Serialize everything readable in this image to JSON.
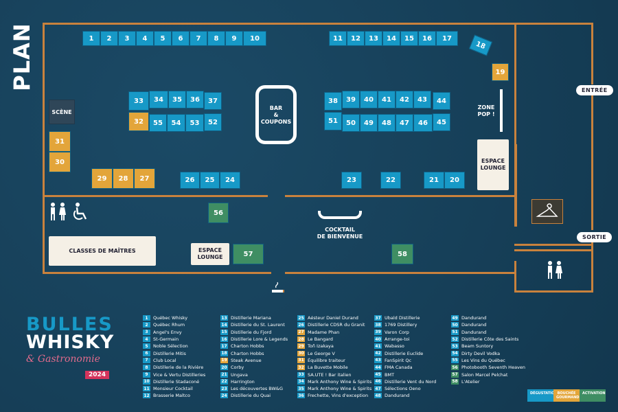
{
  "title": "PLAN",
  "labels": {
    "scene": "SCÈNE",
    "bar": "BAR\n&\nCOUPONS",
    "zone_pop": "ZONE\nPOP !",
    "espace_lounge_right": "ESPACE\nLOUNGE",
    "espace_lounge_bottom": "ESPACE\nLOUNGE",
    "classes": "CLASSES DE MAÎTRES",
    "cocktail": "COCKTAIL\nDE BIENVENUE",
    "entree": "ENTRÉE",
    "sortie": "SORTIE"
  },
  "booths": [
    {
      "n": "1",
      "c": "b"
    },
    {
      "n": "2",
      "c": "b"
    },
    {
      "n": "3",
      "c": "b"
    },
    {
      "n": "4",
      "c": "b"
    },
    {
      "n": "5",
      "c": "b"
    },
    {
      "n": "6",
      "c": "b"
    },
    {
      "n": "7",
      "c": "b"
    },
    {
      "n": "8",
      "c": "b"
    },
    {
      "n": "9",
      "c": "b"
    },
    {
      "n": "10",
      "c": "b"
    },
    {
      "n": "11",
      "c": "b"
    },
    {
      "n": "12",
      "c": "b"
    },
    {
      "n": "13",
      "c": "b"
    },
    {
      "n": "14",
      "c": "b"
    },
    {
      "n": "15",
      "c": "b"
    },
    {
      "n": "16",
      "c": "b"
    },
    {
      "n": "17",
      "c": "b"
    },
    {
      "n": "18",
      "c": "b"
    },
    {
      "n": "19",
      "c": "o"
    },
    {
      "n": "20",
      "c": "b"
    },
    {
      "n": "21",
      "c": "b"
    },
    {
      "n": "22",
      "c": "b"
    },
    {
      "n": "23",
      "c": "b"
    },
    {
      "n": "24",
      "c": "b"
    },
    {
      "n": "25",
      "c": "b"
    },
    {
      "n": "26",
      "c": "b"
    },
    {
      "n": "27",
      "c": "o"
    },
    {
      "n": "28",
      "c": "o"
    },
    {
      "n": "29",
      "c": "o"
    },
    {
      "n": "30",
      "c": "o"
    },
    {
      "n": "31",
      "c": "o"
    },
    {
      "n": "32",
      "c": "o"
    },
    {
      "n": "33",
      "c": "b"
    },
    {
      "n": "34",
      "c": "b"
    },
    {
      "n": "35",
      "c": "b"
    },
    {
      "n": "36",
      "c": "b"
    },
    {
      "n": "37",
      "c": "b"
    },
    {
      "n": "38",
      "c": "b"
    },
    {
      "n": "39",
      "c": "b"
    },
    {
      "n": "40",
      "c": "b"
    },
    {
      "n": "41",
      "c": "b"
    },
    {
      "n": "42",
      "c": "b"
    },
    {
      "n": "43",
      "c": "b"
    },
    {
      "n": "44",
      "c": "b"
    },
    {
      "n": "45",
      "c": "b"
    },
    {
      "n": "46",
      "c": "b"
    },
    {
      "n": "47",
      "c": "b"
    },
    {
      "n": "48",
      "c": "b"
    },
    {
      "n": "49",
      "c": "b"
    },
    {
      "n": "50",
      "c": "b"
    },
    {
      "n": "51",
      "c": "b"
    },
    {
      "n": "52",
      "c": "b"
    },
    {
      "n": "53",
      "c": "b"
    },
    {
      "n": "54",
      "c": "b"
    },
    {
      "n": "55",
      "c": "b"
    },
    {
      "n": "56",
      "c": "g"
    },
    {
      "n": "57",
      "c": "g"
    },
    {
      "n": "58",
      "c": "g"
    }
  ],
  "legend": [
    {
      "n": "1",
      "name": "Québec Whisky",
      "c": "b"
    },
    {
      "n": "2",
      "name": "Québec Rhum",
      "c": "b"
    },
    {
      "n": "3",
      "name": "Angel's Envy",
      "c": "b"
    },
    {
      "n": "4",
      "name": "St-Germain",
      "c": "b"
    },
    {
      "n": "5",
      "name": "Noble Sélection",
      "c": "b"
    },
    {
      "n": "6",
      "name": "Distillerie Mitis",
      "c": "b"
    },
    {
      "n": "7",
      "name": "Club Local",
      "c": "b"
    },
    {
      "n": "8",
      "name": "Distillerie de la Rivière",
      "c": "b"
    },
    {
      "n": "9",
      "name": "Vice & Vertu Distilleries",
      "c": "b"
    },
    {
      "n": "10",
      "name": "Distillerie Stadaconé",
      "c": "b"
    },
    {
      "n": "11",
      "name": "Monsieur Cocktail",
      "c": "b"
    },
    {
      "n": "12",
      "name": "Brasserie Maltco",
      "c": "b"
    },
    {
      "n": "13",
      "name": "Distillerie Mariana",
      "c": "b"
    },
    {
      "n": "14",
      "name": "Distillerie du St. Laurent",
      "c": "b"
    },
    {
      "n": "15",
      "name": "Distillerie du Fjord",
      "c": "b"
    },
    {
      "n": "16",
      "name": "Distillerie Lore & Legends",
      "c": "b"
    },
    {
      "n": "17",
      "name": "Charton Hobbs",
      "c": "b"
    },
    {
      "n": "18",
      "name": "Charton Hobbs",
      "c": "b"
    },
    {
      "n": "19",
      "name": "Steak Avenue",
      "c": "o"
    },
    {
      "n": "20",
      "name": "Corby",
      "c": "b"
    },
    {
      "n": "21",
      "name": "Ungava",
      "c": "b"
    },
    {
      "n": "22",
      "name": "Harrington",
      "c": "b"
    },
    {
      "n": "23",
      "name": "Les découvertes BW&G",
      "c": "b"
    },
    {
      "n": "24",
      "name": "Distillerie du Quai",
      "c": "b"
    },
    {
      "n": "25",
      "name": "Aésteur Daniel Durand",
      "c": "b"
    },
    {
      "n": "26",
      "name": "Distillerie CDSR du Granit",
      "c": "b"
    },
    {
      "n": "27",
      "name": "Madame Phan",
      "c": "o"
    },
    {
      "n": "28",
      "name": "Le Bangard",
      "c": "o"
    },
    {
      "n": "29",
      "name": "Toñ Izakaya",
      "c": "o"
    },
    {
      "n": "30",
      "name": "Le George V",
      "c": "o"
    },
    {
      "n": "31",
      "name": "Équilibre traiteur",
      "c": "o"
    },
    {
      "n": "32",
      "name": "La Buvette Mobile",
      "c": "o"
    },
    {
      "n": "33",
      "name": "SA.UTE ! Bar italien",
      "c": "b"
    },
    {
      "n": "34",
      "name": "Mark Anthony Wine & Spirits",
      "c": "b"
    },
    {
      "n": "35",
      "name": "Mark Anthony Wine & Spirits",
      "c": "b"
    },
    {
      "n": "36",
      "name": "Frechette, Vins d'exception",
      "c": "b"
    },
    {
      "n": "37",
      "name": "Ubald Distillerie",
      "c": "b"
    },
    {
      "n": "38",
      "name": "1769 Distillery",
      "c": "b"
    },
    {
      "n": "39",
      "name": "Varon Corp",
      "c": "b"
    },
    {
      "n": "40",
      "name": "Arrange-toi",
      "c": "b"
    },
    {
      "n": "41",
      "name": "Wabasso",
      "c": "b"
    },
    {
      "n": "42",
      "name": "Distillerie Euclide",
      "c": "b"
    },
    {
      "n": "43",
      "name": "FanSpirit Qc",
      "c": "b"
    },
    {
      "n": "44",
      "name": "FMA Canada",
      "c": "b"
    },
    {
      "n": "45",
      "name": "BMT",
      "c": "b"
    },
    {
      "n": "46",
      "name": "Distillerie Vent du Nord",
      "c": "b"
    },
    {
      "n": "47",
      "name": "Sélections Oeno",
      "c": "b"
    },
    {
      "n": "48",
      "name": "Dandurand",
      "c": "b"
    },
    {
      "n": "49",
      "name": "Dandurand",
      "c": "b"
    },
    {
      "n": "50",
      "name": "Dandurand",
      "c": "b"
    },
    {
      "n": "51",
      "name": "Dandurand",
      "c": "b"
    },
    {
      "n": "52",
      "name": "Distillerie Côte des Saints",
      "c": "b"
    },
    {
      "n": "53",
      "name": "Beam Suntory",
      "c": "b"
    },
    {
      "n": "54",
      "name": "Dirty Devil Vodka",
      "c": "b"
    },
    {
      "n": "55",
      "name": "Les Vins du Québec",
      "c": "b"
    },
    {
      "n": "56",
      "name": "Photobooth Seventh Heaven",
      "c": "g"
    },
    {
      "n": "57",
      "name": "Salon Marcel Pelchat",
      "c": "g"
    },
    {
      "n": "58",
      "name": "L'Atelier",
      "c": "g"
    }
  ],
  "logo": {
    "line1": "BULLES",
    "line2": "WHISKY",
    "line3": "& Gastronomie",
    "year": "2024"
  },
  "key": [
    {
      "label": "DÉGUSTATION",
      "color": "#1799c7"
    },
    {
      "label": "BOUCHÉE GOURMANDE",
      "color": "#e3a53a"
    },
    {
      "label": "ACTIVATION",
      "color": "#3f8e63"
    }
  ],
  "colors": {
    "blue": "#1799c7",
    "orange": "#e3a53a",
    "green": "#3f8e63",
    "wall": "#c9823d",
    "background": "#15405a"
  }
}
